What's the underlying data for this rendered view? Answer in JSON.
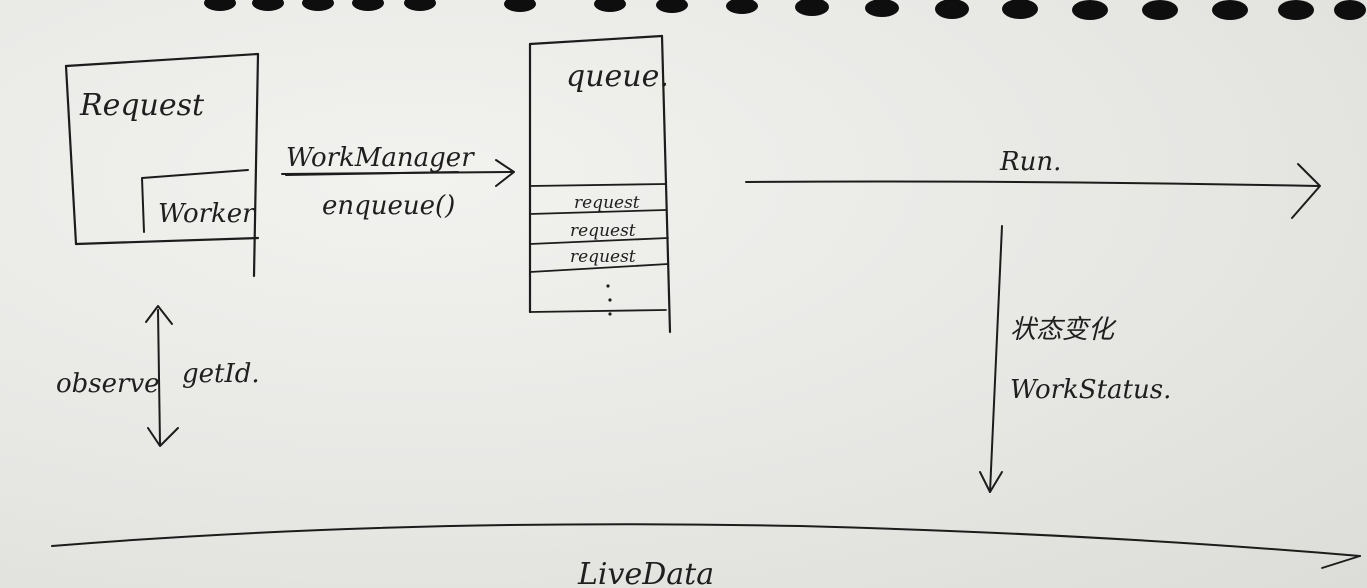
{
  "diagram": {
    "request_box": {
      "title": "Request",
      "inner_label": "Worker"
    },
    "enqueue_arrow": {
      "top_label": "WorkManager",
      "bottom_label": "enqueue()"
    },
    "queue": {
      "title": "queue.",
      "items": [
        "request",
        "request",
        "request"
      ]
    },
    "run_arrow": {
      "label": "Run."
    },
    "observe_arrow": {
      "left_label": "observe",
      "right_label": "getId."
    },
    "status_arrow": {
      "label_cn": "状态变化",
      "label_en": "WorkStatus."
    },
    "livedata_line": {
      "label": "LiveData"
    }
  }
}
